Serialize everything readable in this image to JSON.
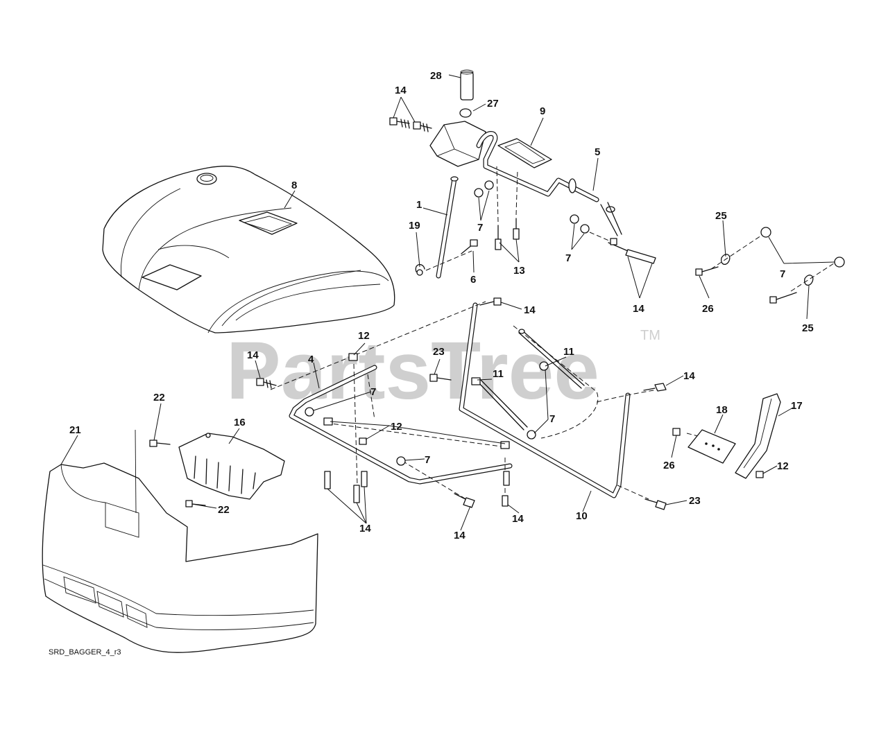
{
  "watermark": {
    "brand": "PartsTree",
    "trademark": "TM"
  },
  "drawing_code": "SRD_BAGGER_4_r3",
  "callouts": [
    {
      "id": "c28",
      "label": "28"
    },
    {
      "id": "c27",
      "label": "27"
    },
    {
      "id": "c14a",
      "label": "14"
    },
    {
      "id": "c9",
      "label": "9"
    },
    {
      "id": "c5",
      "label": "5"
    },
    {
      "id": "c8",
      "label": "8"
    },
    {
      "id": "c1",
      "label": "1"
    },
    {
      "id": "c19",
      "label": "19"
    },
    {
      "id": "c7a",
      "label": "7"
    },
    {
      "id": "c6",
      "label": "6"
    },
    {
      "id": "c13",
      "label": "13"
    },
    {
      "id": "c7b",
      "label": "7"
    },
    {
      "id": "c14b",
      "label": "14"
    },
    {
      "id": "c25a",
      "label": "25"
    },
    {
      "id": "c7c",
      "label": "7"
    },
    {
      "id": "c26a",
      "label": "26"
    },
    {
      "id": "c25b",
      "label": "25"
    },
    {
      "id": "c14c",
      "label": "14"
    },
    {
      "id": "c12a",
      "label": "12"
    },
    {
      "id": "c23a",
      "label": "23"
    },
    {
      "id": "c11a",
      "label": "11"
    },
    {
      "id": "c11b",
      "label": "11"
    },
    {
      "id": "c14d",
      "label": "14"
    },
    {
      "id": "c4",
      "label": "4"
    },
    {
      "id": "c7d",
      "label": "7"
    },
    {
      "id": "c7e",
      "label": "7"
    },
    {
      "id": "c14e",
      "label": "14"
    },
    {
      "id": "c22a",
      "label": "22"
    },
    {
      "id": "c16",
      "label": "16"
    },
    {
      "id": "c21",
      "label": "21"
    },
    {
      "id": "c12b",
      "label": "12"
    },
    {
      "id": "c18",
      "label": "18"
    },
    {
      "id": "c17",
      "label": "17"
    },
    {
      "id": "c26b",
      "label": "26"
    },
    {
      "id": "c12c",
      "label": "12"
    },
    {
      "id": "c7f",
      "label": "7"
    },
    {
      "id": "c22b",
      "label": "22"
    },
    {
      "id": "c23b",
      "label": "23"
    },
    {
      "id": "c10",
      "label": "10"
    },
    {
      "id": "c14f",
      "label": "14"
    },
    {
      "id": "c14g",
      "label": "14"
    },
    {
      "id": "c14h",
      "label": "14"
    }
  ]
}
